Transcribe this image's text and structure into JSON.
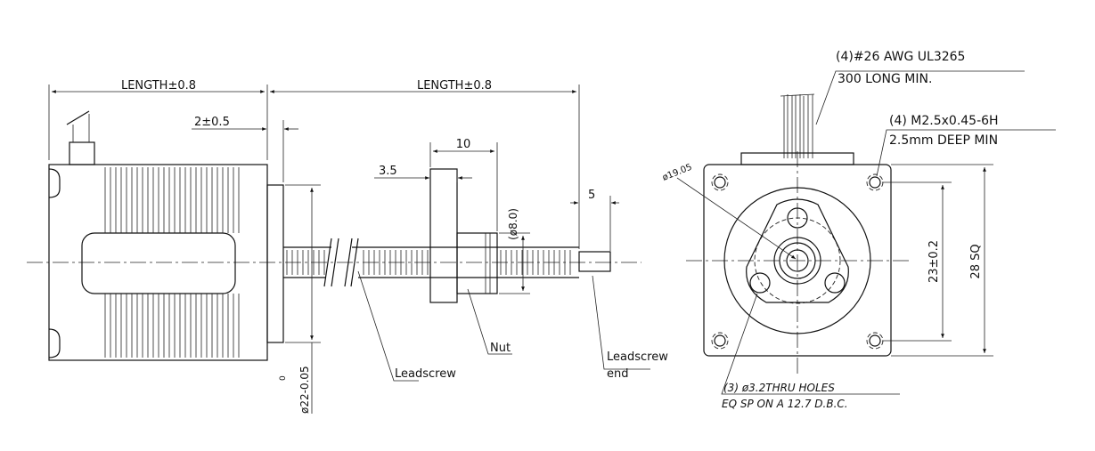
{
  "side_view": {
    "body_length_label": "LENGTH±0.8",
    "screw_length_label": "LENGTH±0.8",
    "flange_thickness_label": "2±0.5",
    "nut_length_label": "10",
    "nut_flange_label": "3.5",
    "nut_diameter_label": "(ø8.0)",
    "screw_end_label": "5",
    "pilot_diameter_label": "ø22-0.05",
    "pilot_tol_upper": "0",
    "leadscrew_callout": "Leadscrew",
    "nut_callout": "Nut",
    "leadscrew_end_callout_line1": "Leadscrew",
    "leadscrew_end_callout_line2": "end"
  },
  "end_view": {
    "wire_note_line1": "(4)#26 AWG UL3265",
    "wire_note_line2": "300 LONG MIN.",
    "thread_note_line1": "(4) M2.5x0.45-6H",
    "thread_note_line2": "2.5mm DEEP MIN",
    "circle_diameter_label": "ø19.05",
    "hole_spacing_label": "23±0.2",
    "square_size_label": "28 SQ",
    "holes_note_line1": "(3) ø3.2THRU HOLES",
    "holes_note_line2": "EQ SP ON A 12.7 D.B.C."
  }
}
